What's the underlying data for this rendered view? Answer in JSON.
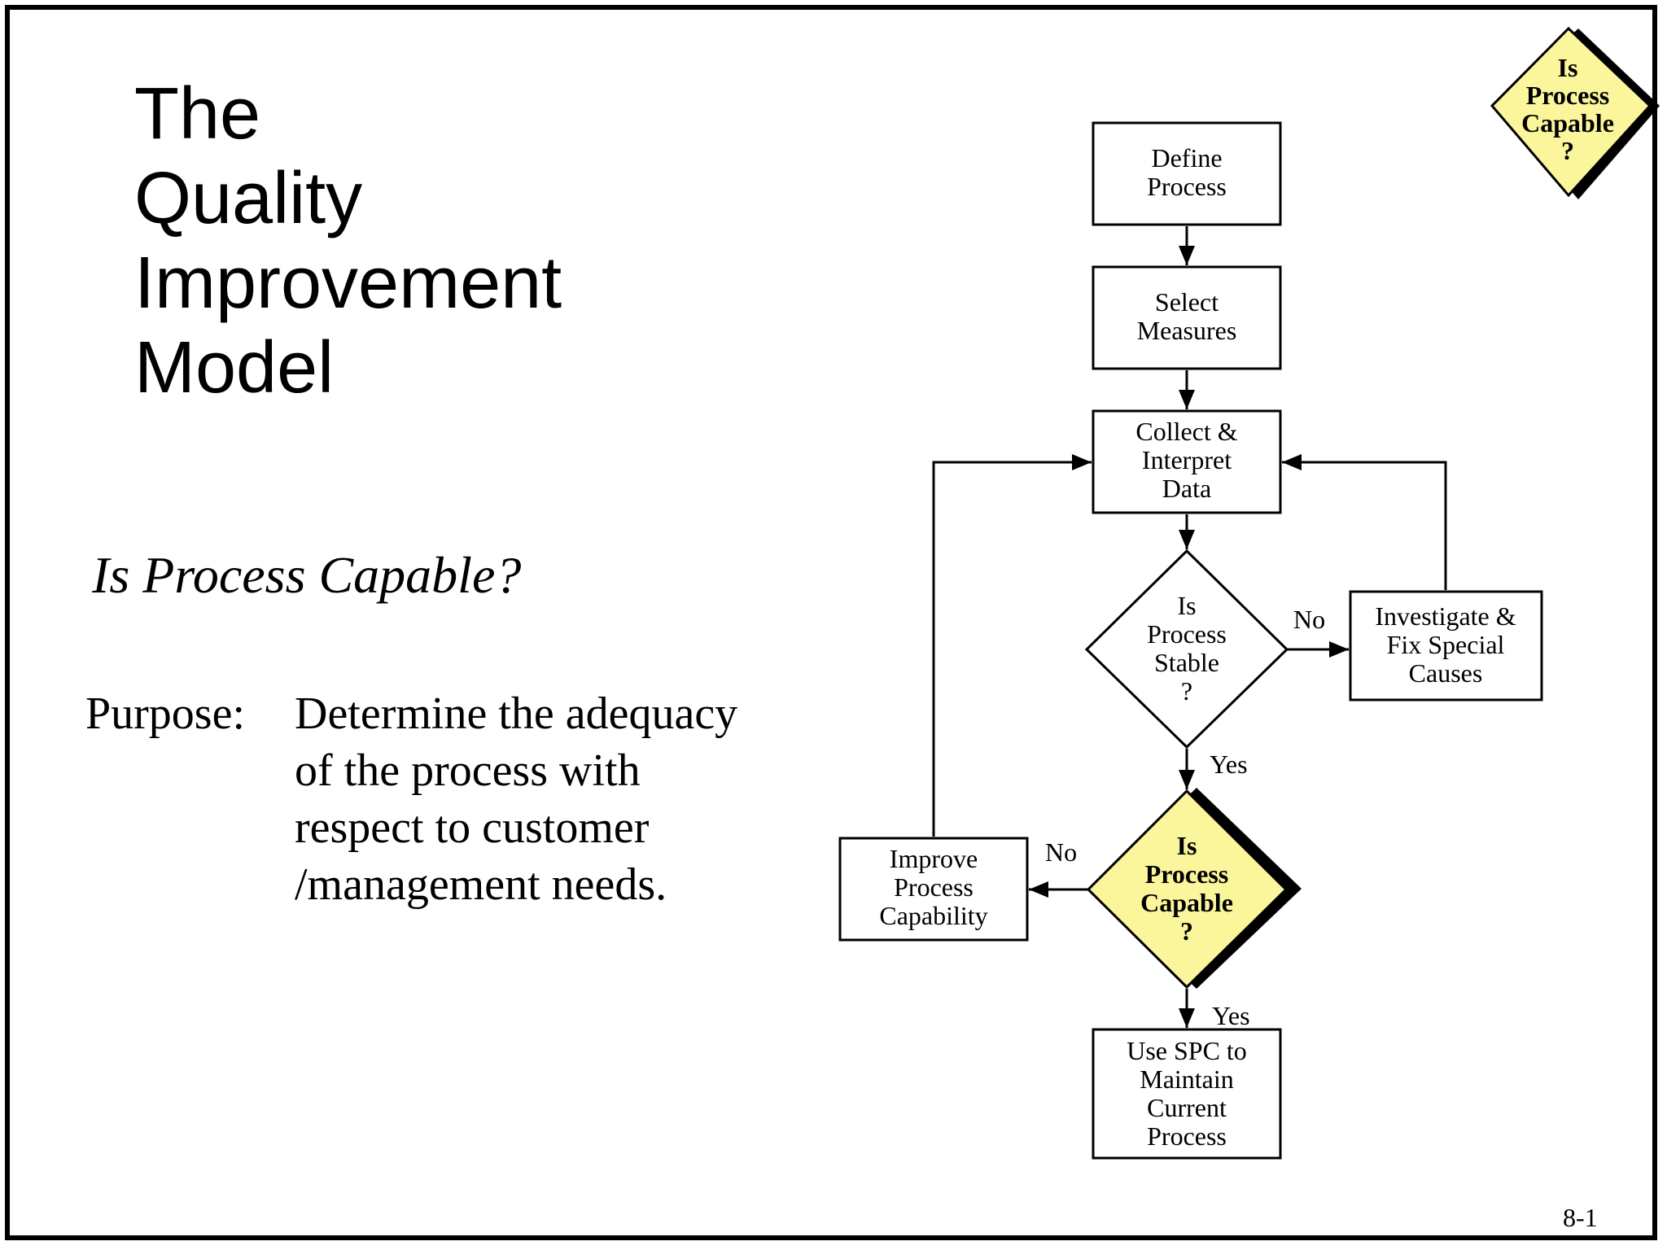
{
  "slide": {
    "title_lines": [
      "The",
      "Quality",
      "Improvement",
      "Model"
    ],
    "subtitle": "Is Process Capable?",
    "purpose_label": "Purpose:",
    "purpose_lines": [
      "Determine the adequacy",
      "of the process with",
      "respect to customer",
      "/management needs."
    ],
    "page_number": "8-1"
  },
  "colors": {
    "highlight": "#fbf59b",
    "shadow": "#000000"
  },
  "flowchart": {
    "corner_badge": [
      "Is",
      "Process",
      "Capable",
      "?"
    ],
    "define": [
      "Define",
      "Process"
    ],
    "select": [
      "Select",
      "Measures"
    ],
    "collect": [
      "Collect &",
      "Interpret",
      "Data"
    ],
    "stable": [
      "Is",
      "Process",
      "Stable",
      "?"
    ],
    "investigate": [
      "Investigate &",
      "Fix Special",
      "Causes"
    ],
    "capable": [
      "Is",
      "Process",
      "Capable",
      "?"
    ],
    "improve": [
      "Improve",
      "Process",
      "Capability"
    ],
    "spc": [
      "Use SPC to",
      "Maintain",
      "Current",
      "Process"
    ],
    "label_no_stable": "No",
    "label_yes_stable": "Yes",
    "label_no_capable": "No",
    "label_yes_capable": "Yes"
  }
}
